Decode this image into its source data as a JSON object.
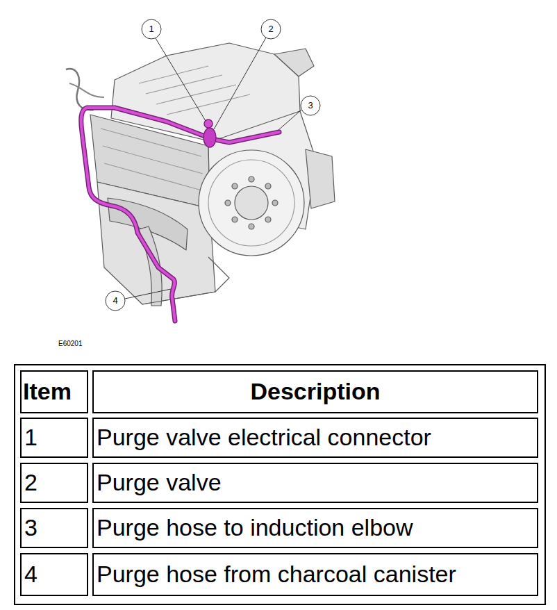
{
  "diagram": {
    "labels": [
      "1",
      "2",
      "3",
      "4",
      "E60201",
      "Item",
      "Description",
      "1",
      "Purge valve electrical connector",
      "2",
      "Purge valve",
      "3",
      "Purge hose to induction elbow",
      "4",
      "Purge hose from charcoal canister"
    ]
  }
}
